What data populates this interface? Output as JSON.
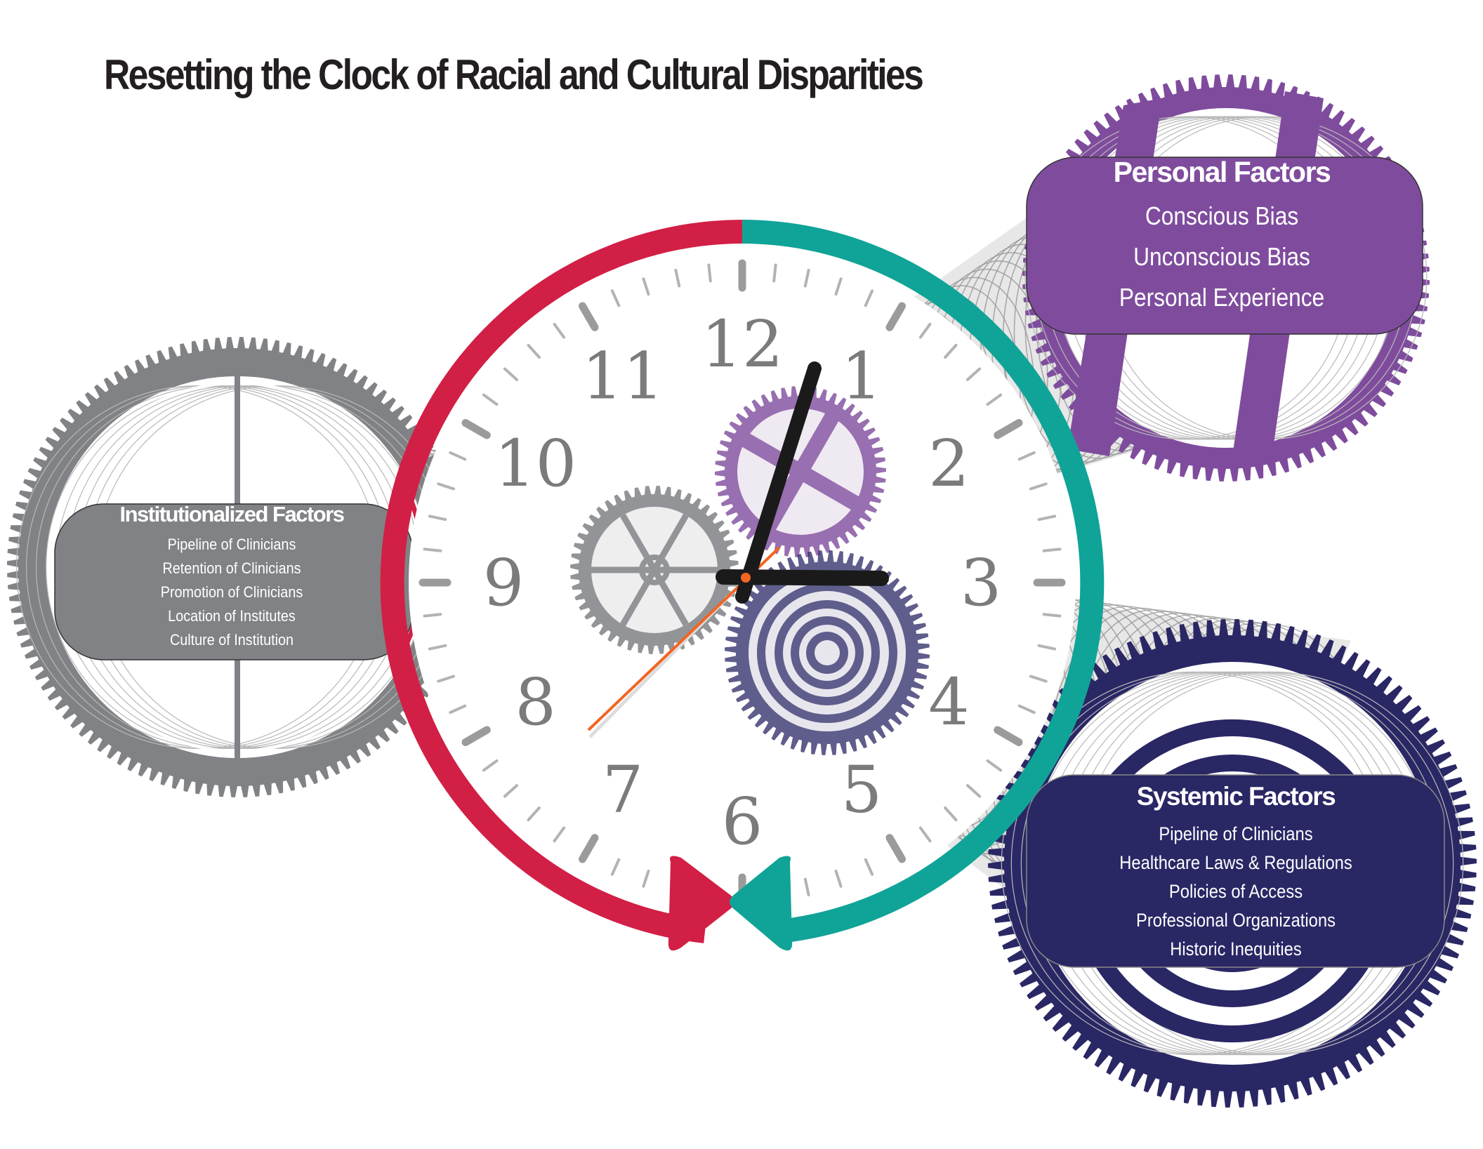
{
  "title": "Resetting the Clock of Racial and Cultural Disparities",
  "clock": {
    "numbers": [
      "12",
      "1",
      "2",
      "3",
      "4",
      "5",
      "6",
      "7",
      "8",
      "9",
      "10",
      "11"
    ],
    "ring_left_color": "#d21f45",
    "ring_right_color": "#10a398",
    "hand_color": "#1a1a1a",
    "second_hand_color": "#f26522",
    "face_color": "#ffffff"
  },
  "gears": {
    "institutional": {
      "heading": "Institutionalized Factors",
      "items": [
        "Pipeline of Clinicians",
        "Retention of Clinicians",
        "Promotion of Clinicians",
        "Location of Institutes",
        "Culture of Institution"
      ],
      "color": "#808285",
      "icon": "spoked-gear-icon"
    },
    "personal": {
      "heading": "Personal Factors",
      "items": [
        "Conscious Bias",
        "Unconscious Bias",
        "Personal Experience"
      ],
      "color": "#7f4c9d",
      "icon": "four-spoke-gear-icon"
    },
    "systemic": {
      "heading": "Systemic Factors",
      "items": [
        "Pipeline of Clinicians",
        "Healthcare Laws & Regulations",
        "Policies of Access",
        "Professional Organizations",
        "Historic Inequities"
      ],
      "color": "#2a2765",
      "icon": "concentric-rings-gear-icon"
    }
  }
}
